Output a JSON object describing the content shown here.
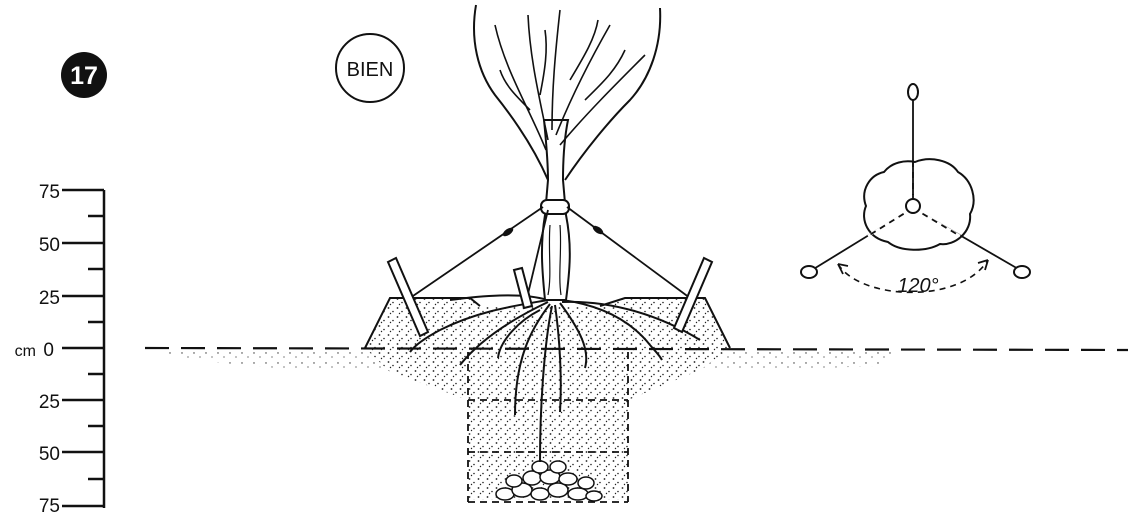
{
  "figure_number": "17",
  "stamp": "BIEN",
  "scale": {
    "unit_label": "cm",
    "ticks_above": [
      "75",
      "50",
      "25"
    ],
    "zero": "0",
    "ticks_below": [
      "25",
      "50",
      "75"
    ]
  },
  "angle_label": "120°",
  "colors": {
    "ink": "#111111",
    "paper": "#ffffff"
  }
}
